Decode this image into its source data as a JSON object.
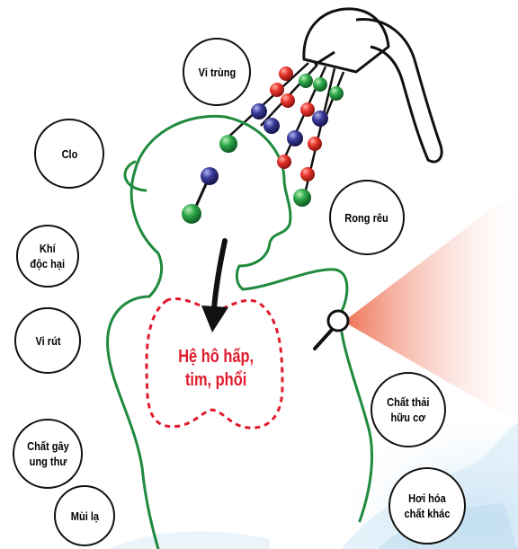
{
  "labels": {
    "vi_trung": "Vi trùng",
    "clo": "Clo",
    "rong_reu": "Rong rêu",
    "khi_doc_hai": "Khí\nđộc hại",
    "vi_rut": "Vi rút",
    "chat_thai": "Chất thải\nhữu cơ",
    "chat_gay_ung_thu": "Chất gây\nung thư",
    "mui_la": "Mùi lạ",
    "hoi_hoa_chat": "Hơi hóa\nchất khác"
  },
  "organ_label": "Hệ hô hấp,\ntim, phổi",
  "colors": {
    "body_outline": "#1f8a3e",
    "lung_outline": "#e01b2b",
    "lung_text": "#e01b2b",
    "molecule_red": "#e8342a",
    "molecule_green": "#2ea84a",
    "molecule_blue": "#3a3a9a",
    "magnifier_beam": "#f08a6e",
    "water": "#b9d9ee"
  },
  "icons": [
    "shower-head-icon",
    "molecule-icon",
    "arrow-down-icon",
    "magnifier-icon"
  ]
}
